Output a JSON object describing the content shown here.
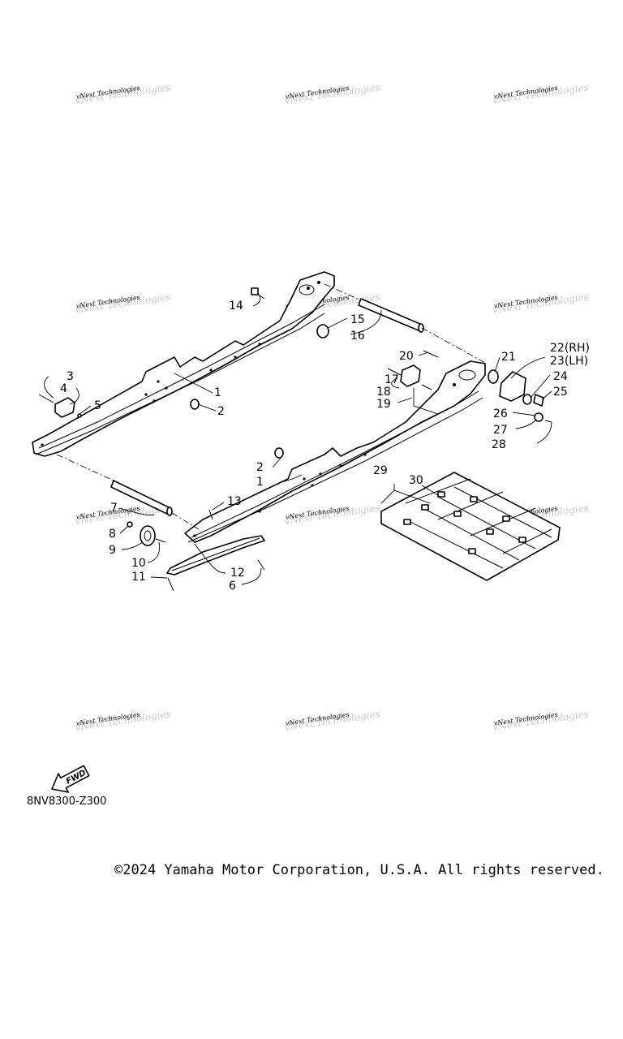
{
  "watermark": "vNext Technologies",
  "diagram_code": "8NV8300-Z300",
  "fwd_label": "FWD",
  "copyright": "©2024 Yamaha Motor Corporation, U.S.A. All rights reserved.",
  "callouts": {
    "c1a": "1",
    "c1b": "1",
    "c2a": "2",
    "c2b": "2",
    "c3": "3",
    "c4": "4",
    "c5": "5",
    "c6": "6",
    "c7": "7",
    "c8": "8",
    "c9": "9",
    "c10": "10",
    "c11": "11",
    "c12": "12",
    "c13": "13",
    "c14": "14",
    "c15": "15",
    "c16": "16",
    "c17": "17",
    "c18": "18",
    "c19": "19",
    "c20": "20",
    "c21": "21",
    "c22": "22(RH)",
    "c23": "23(LH)",
    "c24": "24",
    "c25": "25",
    "c26": "26",
    "c27": "27",
    "c28": "28",
    "c29": "29",
    "c30": "30"
  }
}
